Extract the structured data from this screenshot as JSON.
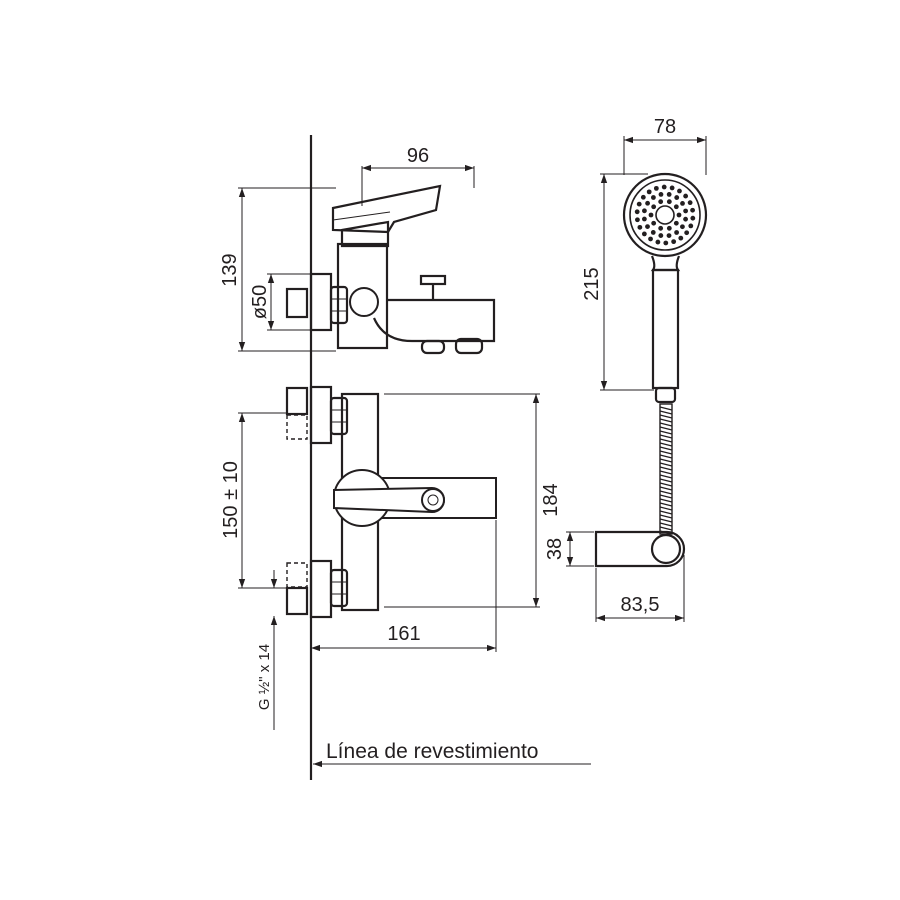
{
  "dimensions": {
    "top_width": "96",
    "top_height": "139",
    "diameter": "ø50",
    "shower_width": "78",
    "shower_height": "215",
    "front_spacing": "150 ± 10",
    "front_height": "184",
    "front_width": "161",
    "holder_height": "38",
    "holder_width": "83,5",
    "thread": "G ½\" x 14"
  },
  "labels": {
    "wall_line": "Línea de revestimiento"
  },
  "colors": {
    "line": "#231f20",
    "background": "#ffffff"
  }
}
